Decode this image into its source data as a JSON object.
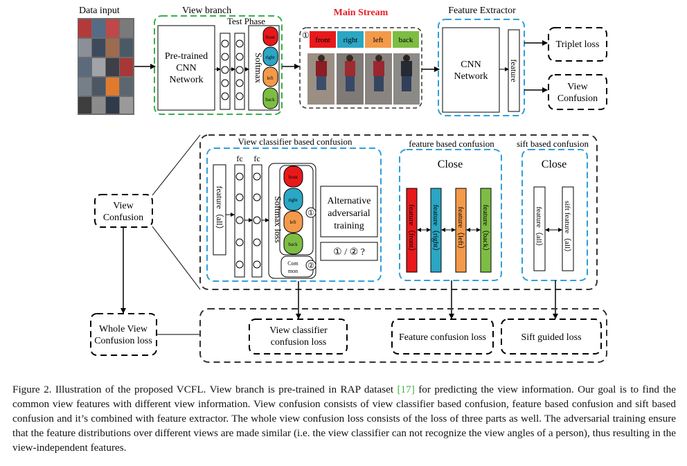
{
  "figure": {
    "data_input_label": "Data input",
    "view_branch": {
      "title": "View branch",
      "test_phase": "Test Phase",
      "cnn_line1": "Pre-trained",
      "cnn_line2": "CNN",
      "cnn_line3": "Network",
      "softmax": "Softmax",
      "views": [
        "front",
        "right",
        "left",
        "back"
      ]
    },
    "main_stream": {
      "title": "Main Stream",
      "circle_number": "①",
      "views": [
        "front",
        "right",
        "left",
        "back"
      ]
    },
    "feature_extractor": {
      "title": "Feature Extractor",
      "cnn_line1": "CNN",
      "cnn_line2": "Network",
      "feature": "feature"
    },
    "outputs": {
      "triplet_loss": "Triplet loss",
      "view_confusion_line1": "View",
      "view_confusion_line2": "Confusion"
    },
    "left_view_confusion": {
      "line1": "View",
      "line2": "Confusion"
    },
    "view_classifier_confusion": {
      "title": "View classifier based confusion",
      "feature_all": "feature（all）",
      "fc1": "fc",
      "fc2": "fc",
      "softmax_loss": "Softmax loss",
      "views": [
        "front",
        "right",
        "left",
        "back"
      ],
      "common_line1": "Com",
      "common_line2": "mon",
      "circle1": "①",
      "circle2": "②",
      "alt_line1": "Alternative",
      "alt_line2": "adversarial",
      "alt_line3": "training",
      "question": "① / ② ?"
    },
    "feature_based_confusion": {
      "title": "feature based confusion",
      "close": "Close",
      "bars": [
        "feature（front）",
        "feature（right）",
        "feature（left）",
        "feature（back）"
      ]
    },
    "sift_based_confusion": {
      "title": "sift based confusion",
      "close": "Close",
      "bars": [
        "feature（all）",
        "sift feature（all）"
      ]
    },
    "losses": {
      "whole_line1": "Whole View",
      "whole_line2": "Confusion loss",
      "view_classifier_line1": "View classifier",
      "view_classifier_line2": "confusion loss",
      "feature_confusion": "Feature confusion loss",
      "sift_guided": "Sift guided loss"
    },
    "colors": {
      "front": "#e8191b",
      "right": "#2ba6c4",
      "left": "#f39a4a",
      "back": "#7dbd44",
      "green_dash": "#36b04a",
      "blue_dash": "#2f9edb",
      "title_red": "#e41e26"
    }
  },
  "caption": {
    "before_ref": "Figure 2. Illustration of the proposed VCFL. View branch is pre-trained in RAP dataset ",
    "ref": "[17]",
    "after_ref": " for predicting the view information. Our goal is to find the common view features with different view information. View confusion consists of view classifier based confusion, feature based confusion and sift based confusion and it’s combined with feature extractor. The whole view confusion loss consists of the loss of three parts as well. The adversarial training ensure that the feature distributions over different views are made similar (i.e. the view classifier can not recognize the view angles of a person), thus resulting in the view-independent features."
  }
}
